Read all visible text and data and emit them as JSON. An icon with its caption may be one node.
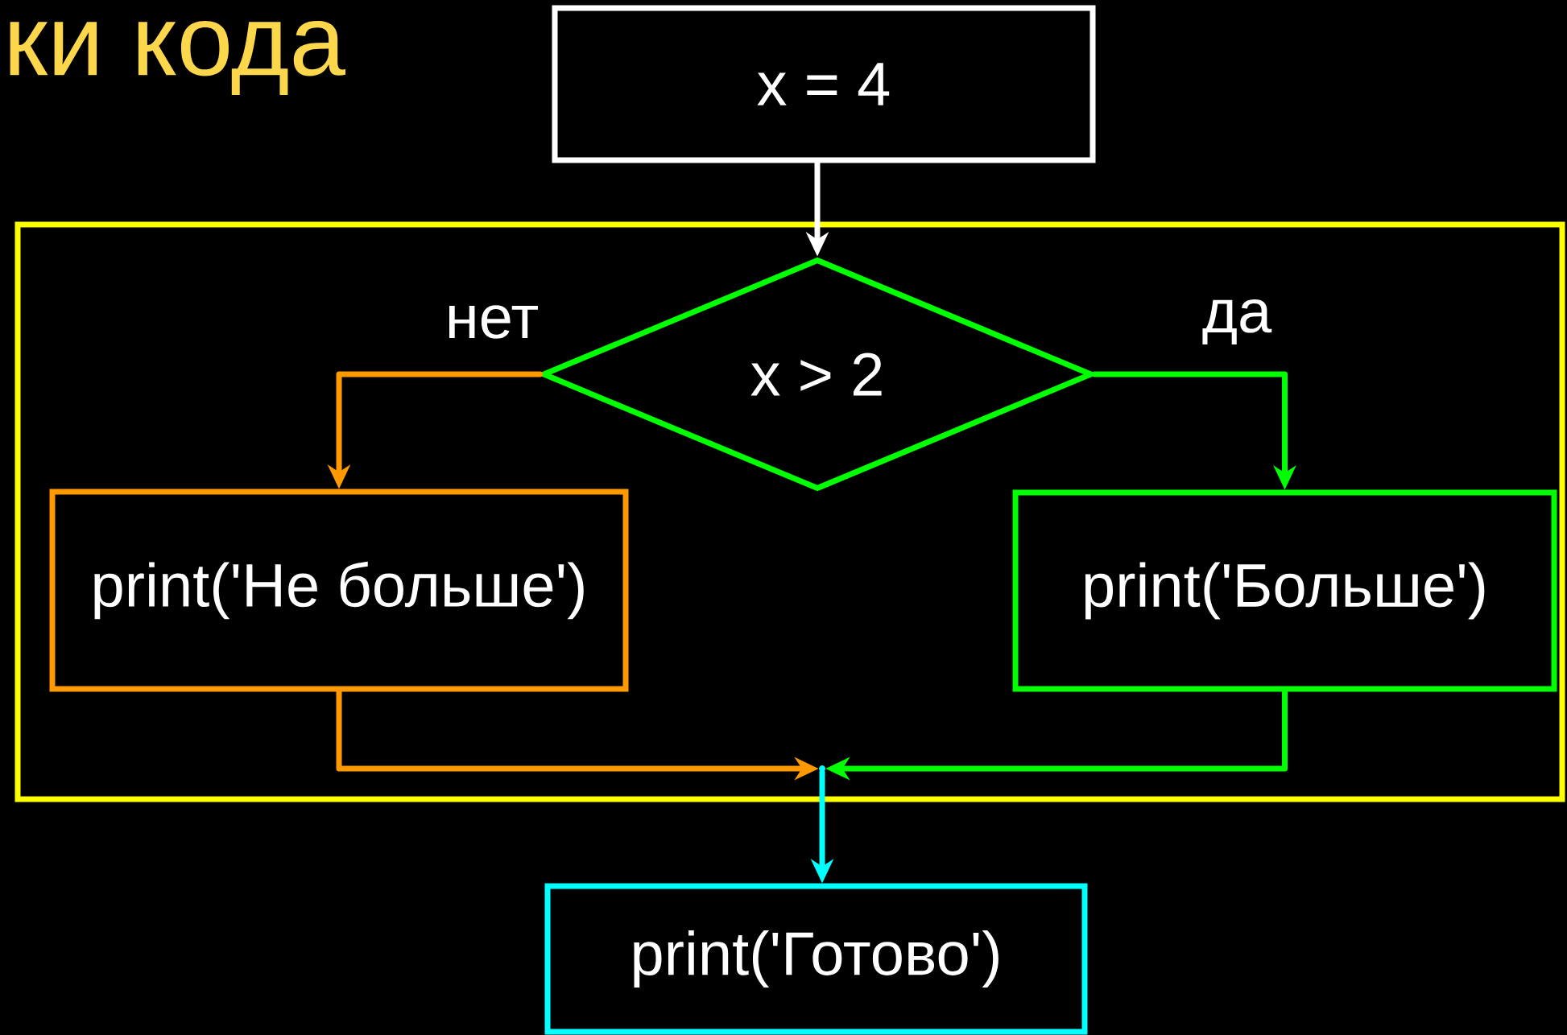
{
  "diagram": {
    "title": "ки кода",
    "nodes": [
      {
        "text": [
          "x = 4"
        ]
      },
      {
        "text": [],
        "shape": "box"
      },
      {
        "text": [
          "x > 2"
        ],
        "in": 1
      },
      {
        "text": [
          "print('Не больше')"
        ],
        "in": 1
      },
      {
        "text": [
          "print('Больше')"
        ],
        "in": 1
      },
      {
        "text": [],
        "shape": "point",
        "in": 1
      },
      {
        "text": [
          "print('Готово')"
        ]
      }
    ],
    "edges": [
      {
        "from": 0,
        "to": 2,
        "arrow": "to",
        "color": "#ffffff"
      },
      {
        "from": 2,
        "to": 3,
        "arrow": "to",
        "label": "нет",
        "color": "#ff9900"
      },
      {
        "from": 2,
        "to": 4,
        "arrow": "to",
        "label": "да",
        "color": "#00ff00"
      },
      {
        "from": 3,
        "to": 5,
        "arrow": "to",
        "color": "#ff9900"
      },
      {
        "from": 4,
        "to": 5,
        "arrow": "to",
        "color": "#00ff00"
      },
      {
        "from": 5,
        "to": 6,
        "arrow": "to",
        "color": "#00ffff"
      }
    ]
  }
}
